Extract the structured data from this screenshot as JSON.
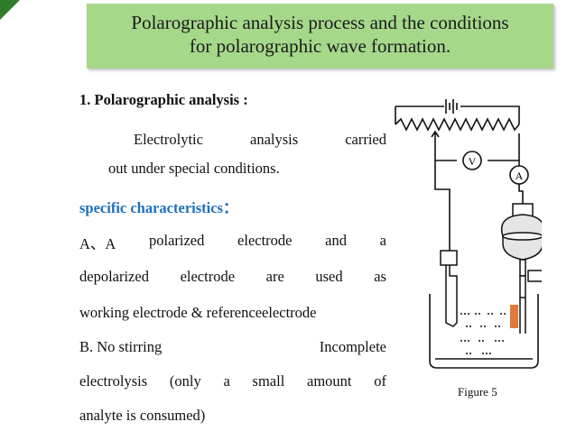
{
  "title": {
    "line1": "Polarographic analysis  process and the conditions",
    "line2": "for polarographic wave formation."
  },
  "section": {
    "heading": "1.   Polarographic analysis :",
    "intro_line1_words": [
      "Electrolytic",
      "analysis",
      "carried"
    ],
    "intro_line2": "out under special conditions.",
    "specific_label": "specific characteristics",
    "specific_colon": "：",
    "a_line1_words": [
      "A、A",
      "polarized",
      "electrode",
      "and",
      "a"
    ],
    "a_line2_words": [
      "depolarized",
      "electrode",
      "are",
      "used",
      "as"
    ],
    "a_line3": "working electrode & referenceelectrode",
    "b_line1_left": "B.  No   stirring",
    "b_line1_right": "Incomplete",
    "b_line2_words": [
      "electrolysis",
      "(only",
      "a",
      "small",
      "amount",
      "of"
    ],
    "b_line3": "analyte is consumed)"
  },
  "figure": {
    "voltmeter_label": "V",
    "ammeter_label": "A",
    "caption": "Figure 5"
  },
  "colors": {
    "title_bg": "#a6d88a",
    "accent_green": "#2f7d2a",
    "link_blue": "#1f6fbf"
  }
}
